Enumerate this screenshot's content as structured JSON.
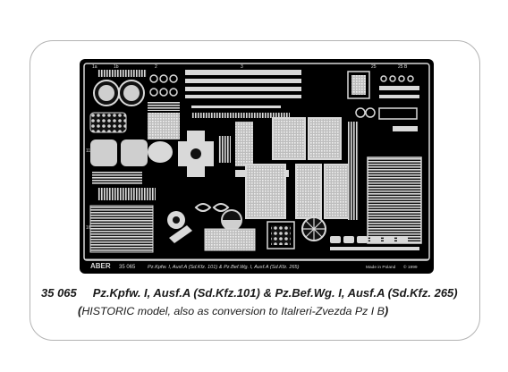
{
  "product": {
    "code": "35 065",
    "title": "Pz.Kpfw. I, Ausf.A (Sd.Kfz.101) & Pz.Bef.Wg. I, Ausf.A (Sd.Kfz. 265)",
    "subtitle_open": "(",
    "subtitle_text": "HISTORIC model, also as conversion to Italreri-Zvezda Pz I B",
    "subtitle_close": ")"
  },
  "fret": {
    "brand": "ABER",
    "code": "35 065",
    "description": "Pz.Kpfw. I, Ausf.A (Sd.Kfz. 101) & Pz.Bef.Wg. I, Ausf.A (Sd.Kfz. 265)",
    "origin": "Made in Poland",
    "copyright": "© 1999",
    "part_labels": [
      "1a",
      "1b",
      "2",
      "3",
      "25",
      "25 B",
      "11",
      "16"
    ]
  },
  "colors": {
    "background": "#ffffff",
    "card_border": "#b3b3b3",
    "fret_base": "#000000",
    "etch_metal": "#d9d9d9",
    "caption_text": "#1a1a1a"
  }
}
